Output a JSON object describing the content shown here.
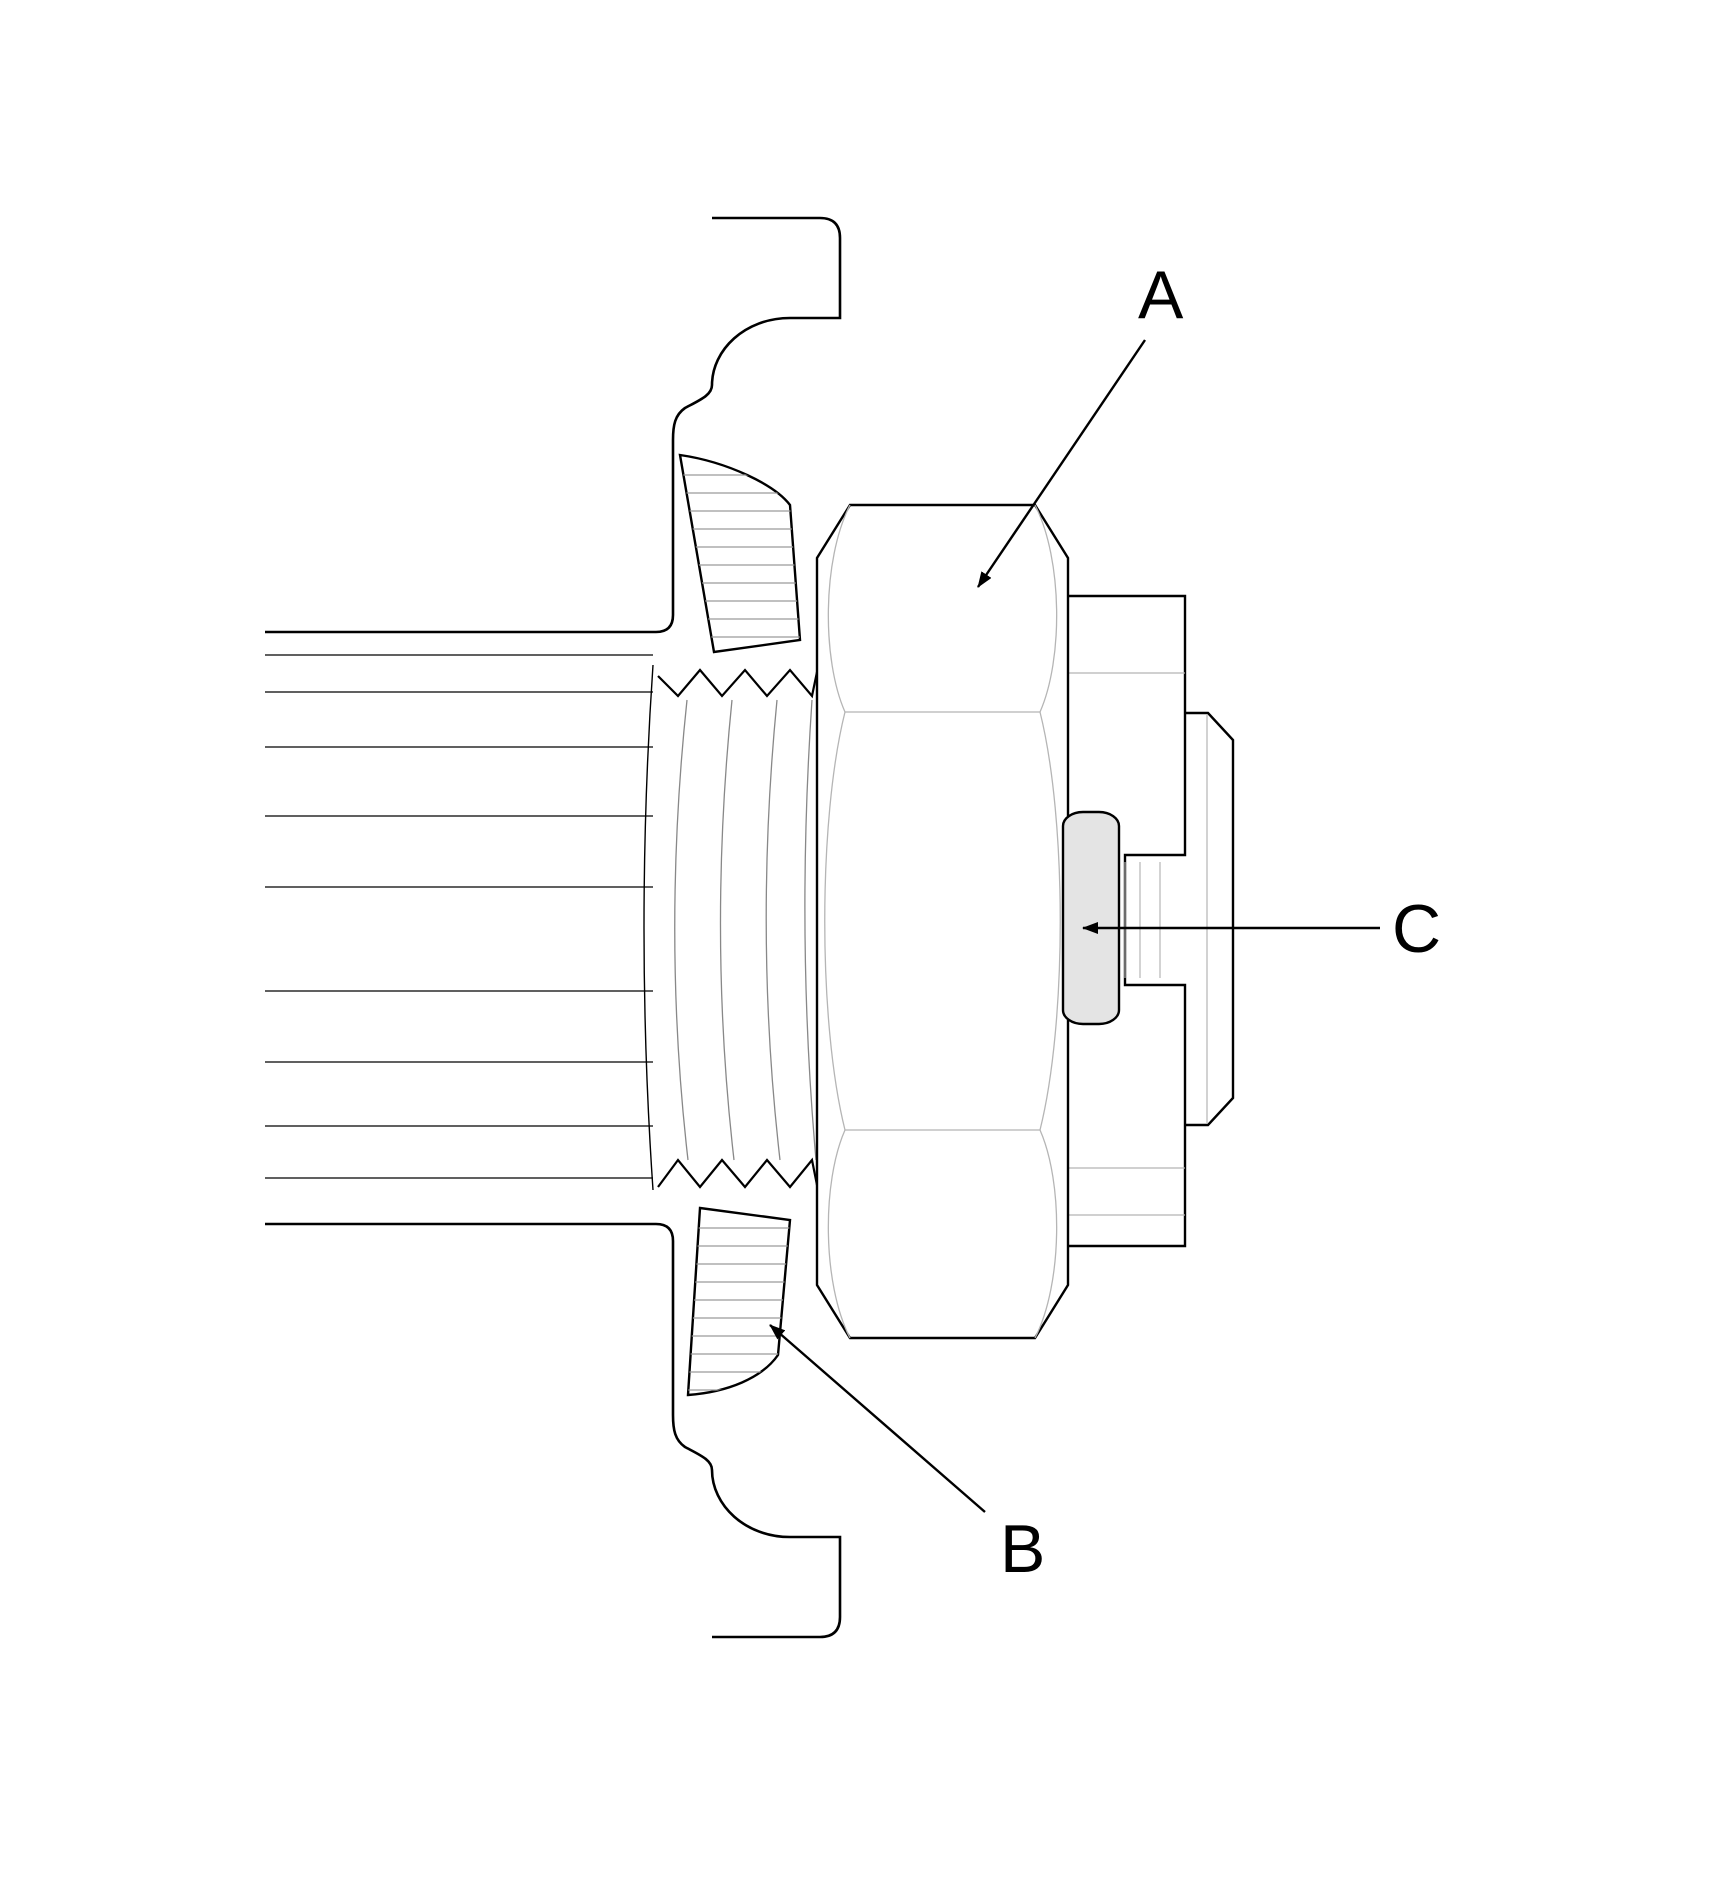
{
  "callouts": {
    "a": "A",
    "b": "B",
    "c": "C"
  },
  "colors": {
    "line": "#000000",
    "hatch": "#9a9a9a",
    "fine": "#b5b5b5",
    "pin_fill": "#e4e4e4",
    "background": "#ffffff"
  }
}
